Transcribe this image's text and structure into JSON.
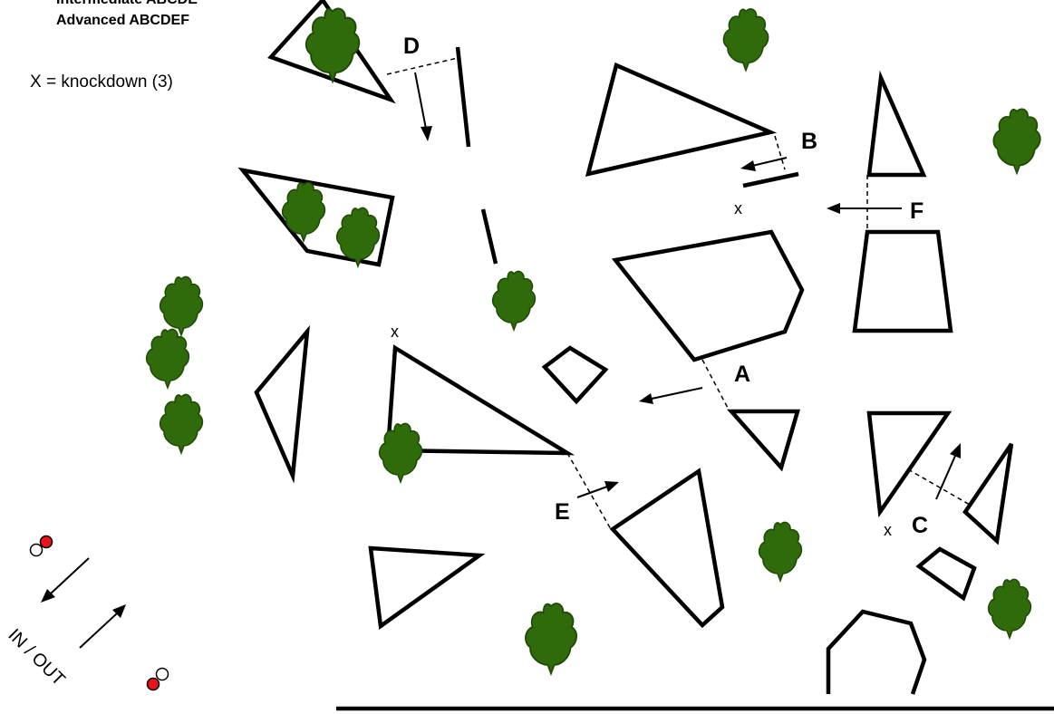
{
  "legend": {
    "line1": "Intermediate ABCDE",
    "line2": "Advanced ABCDEF",
    "knockdown_key": "X = knockdown (3)"
  },
  "gate_labels": {
    "a": "A",
    "b": "B",
    "c": "C",
    "d": "D",
    "e": "E",
    "f": "F"
  },
  "knockdown_mark": "x",
  "entrance_label": "IN / OUT",
  "colors": {
    "ink": "#000000",
    "tree_fill": "#2f6b0a",
    "marker_red": "#e8141a"
  },
  "icons": [
    "tree-icon",
    "pylon-marker-icon",
    "direction-arrow-icon"
  ]
}
